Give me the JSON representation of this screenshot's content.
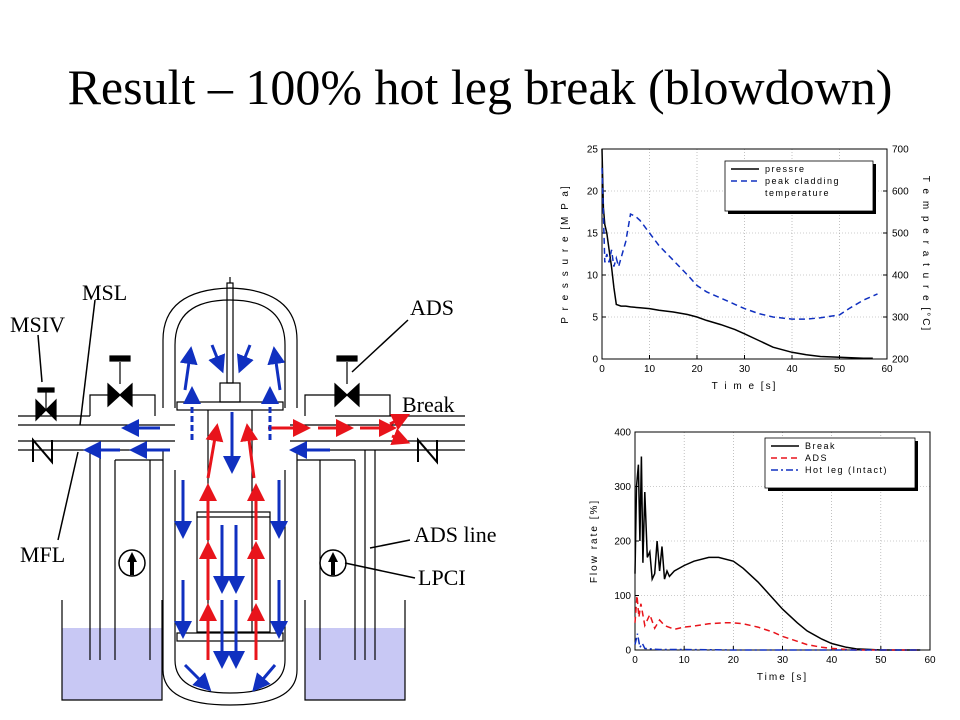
{
  "title": "Result – 100% hot leg break (blowdown)",
  "diagram": {
    "labels": {
      "msl": "MSL",
      "msiv": "MSIV",
      "mfl": "MFL",
      "ads": "ADS",
      "break": "Break",
      "ads_line": "ADS line",
      "lpci": "LPCI"
    },
    "colors": {
      "hot_flow": "#e8141b",
      "cold_flow": "#1030c0",
      "pool_water": "#c8c8f4",
      "vessel_line": "#000000"
    }
  },
  "chart_data": [
    {
      "type": "line",
      "xlabel": "T i m e  [s]",
      "ylabel": "P r e s s u r e  [M P a]",
      "y2label": "T e m p e r a t u r e  [°C]",
      "xlim": [
        0,
        60
      ],
      "ylim": [
        0,
        25
      ],
      "y2lim": [
        200,
        700
      ],
      "xticks": [
        "0",
        "10",
        "20",
        "30",
        "40",
        "50",
        "60"
      ],
      "yticks": [
        "0",
        "5",
        "10",
        "15",
        "20",
        "25"
      ],
      "y2ticks": [
        "200",
        "300",
        "400",
        "500",
        "600",
        "700"
      ],
      "grid": true,
      "legend_position": "top-right",
      "legend": [
        "pressre",
        "peak cladding",
        "temperature"
      ],
      "series": [
        {
          "name": "pressre",
          "axis": "left",
          "color": "#000000",
          "style": "solid",
          "x": [
            0,
            0.3,
            0.6,
            1.0,
            1.5,
            2.0,
            2.5,
            3.0,
            4,
            5,
            6,
            8,
            10,
            12,
            15,
            18,
            20,
            22,
            25,
            28,
            30,
            33,
            36,
            40,
            43,
            46,
            50,
            55,
            57
          ],
          "y": [
            25,
            18,
            16,
            15,
            13,
            11,
            8.5,
            6.5,
            6.3,
            6.3,
            6.2,
            6.1,
            6.0,
            5.8,
            5.6,
            5.3,
            5.0,
            4.6,
            4.1,
            3.5,
            3.0,
            2.2,
            1.4,
            0.8,
            0.5,
            0.3,
            0.2,
            0.1,
            0.1
          ]
        },
        {
          "name": "peak cladding temperature",
          "axis": "right",
          "color": "#1030c0",
          "style": "dashed",
          "x": [
            0,
            0.3,
            0.6,
            1.0,
            1.5,
            2.0,
            2.5,
            3.0,
            3.5,
            4,
            5,
            6,
            7,
            8,
            10,
            12,
            15,
            18,
            20,
            22,
            25,
            28,
            30,
            33,
            36,
            40,
            43,
            46,
            50,
            52,
            55,
            58
          ],
          "y": [
            655,
            545,
            430,
            450,
            430,
            460,
            420,
            440,
            420,
            440,
            480,
            545,
            540,
            530,
            500,
            470,
            435,
            400,
            375,
            360,
            345,
            330,
            320,
            308,
            300,
            295,
            295,
            298,
            305,
            320,
            340,
            355
          ]
        }
      ]
    },
    {
      "type": "line",
      "xlabel": "Time  [s]",
      "ylabel": "Flow rate  [%]",
      "xlim": [
        0,
        60
      ],
      "ylim": [
        0,
        400
      ],
      "xticks": [
        "0",
        "10",
        "20",
        "30",
        "40",
        "50",
        "60"
      ],
      "yticks": [
        "0",
        "100",
        "200",
        "300",
        "400"
      ],
      "grid": true,
      "legend_position": "top-right",
      "legend": [
        "Break",
        "ADS",
        "Hot leg (Intact)"
      ],
      "series": [
        {
          "name": "Break",
          "color": "#000000",
          "style": "solid",
          "x": [
            0,
            0.3,
            0.7,
            1.0,
            1.3,
            1.6,
            2.0,
            2.5,
            3.0,
            3.5,
            4.0,
            4.5,
            5.0,
            5.5,
            6.0,
            6.5,
            7.0,
            8,
            10,
            12,
            15,
            17,
            20,
            22,
            25,
            28,
            30,
            33,
            35,
            38,
            40,
            43,
            45,
            48,
            50,
            55,
            58
          ],
          "y": [
            140,
            300,
            340,
            200,
            355,
            160,
            290,
            170,
            180,
            130,
            140,
            200,
            145,
            190,
            130,
            145,
            135,
            145,
            155,
            163,
            170,
            170,
            163,
            150,
            125,
            95,
            75,
            50,
            35,
            20,
            12,
            5,
            2,
            1,
            0,
            0,
            0
          ]
        },
        {
          "name": "ADS",
          "color": "#e8141b",
          "style": "dashed",
          "x": [
            0,
            0.4,
            0.8,
            1.2,
            2.0,
            3.0,
            4.0,
            5.0,
            6.0,
            8,
            10,
            12,
            15,
            18,
            20,
            22,
            25,
            28,
            30,
            33,
            35,
            38,
            40,
            43,
            45,
            48,
            50,
            55,
            58
          ],
          "y": [
            50,
            100,
            60,
            85,
            45,
            65,
            40,
            55,
            45,
            38,
            42,
            44,
            48,
            50,
            50,
            48,
            42,
            33,
            25,
            16,
            10,
            5,
            3,
            1,
            0,
            0,
            0,
            0,
            0
          ]
        },
        {
          "name": "Hot leg (Intact)",
          "color": "#1030c0",
          "style": "dashdot",
          "x": [
            0,
            0.5,
            1.0,
            1.5,
            2.0,
            3.0,
            5.0,
            10,
            20,
            30,
            40,
            50,
            58
          ],
          "y": [
            10,
            30,
            5,
            12,
            3,
            2,
            1,
            1,
            0,
            0,
            0,
            0,
            0
          ]
        }
      ]
    }
  ]
}
